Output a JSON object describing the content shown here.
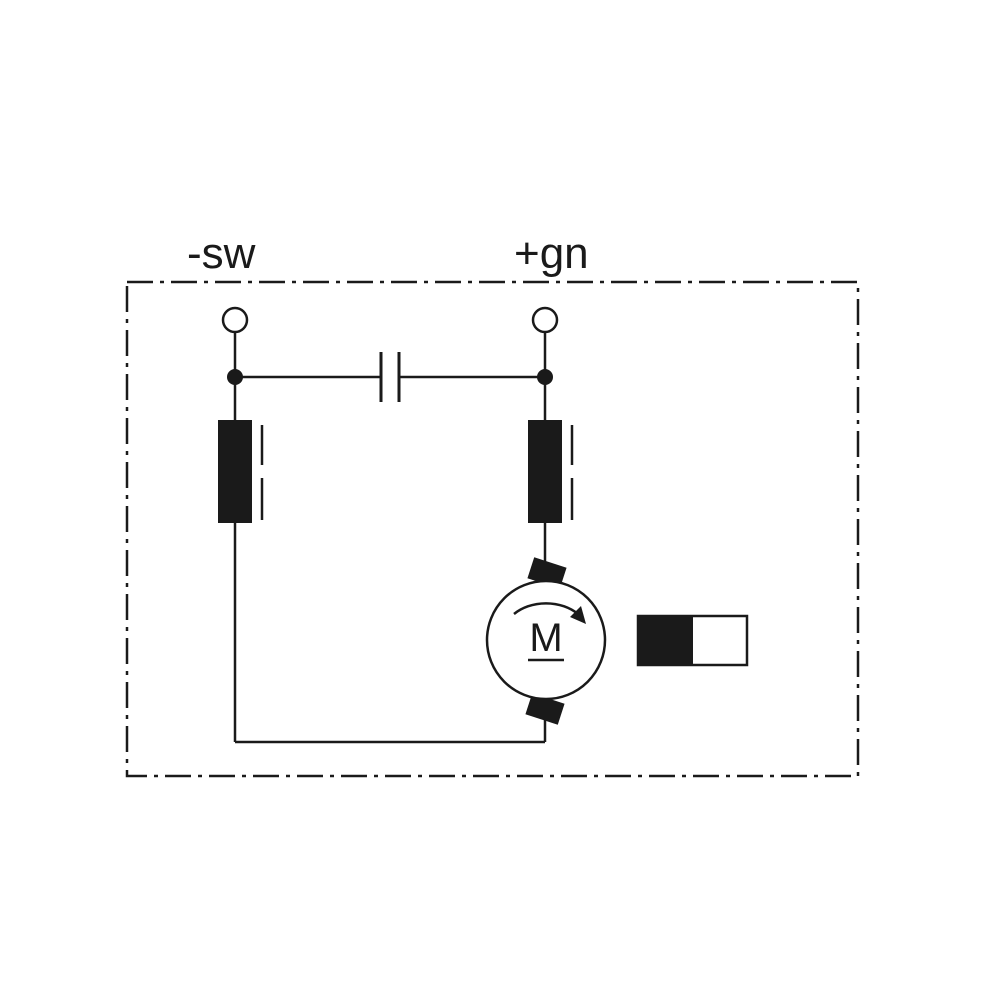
{
  "terminals": {
    "negative": {
      "label": "-sw"
    },
    "positive": {
      "label": "+gn"
    }
  },
  "motor": {
    "label": "M"
  },
  "colors": {
    "line": "#1a1a1a",
    "fill_dark": "#1a1a1a",
    "background": "#ffffff"
  }
}
